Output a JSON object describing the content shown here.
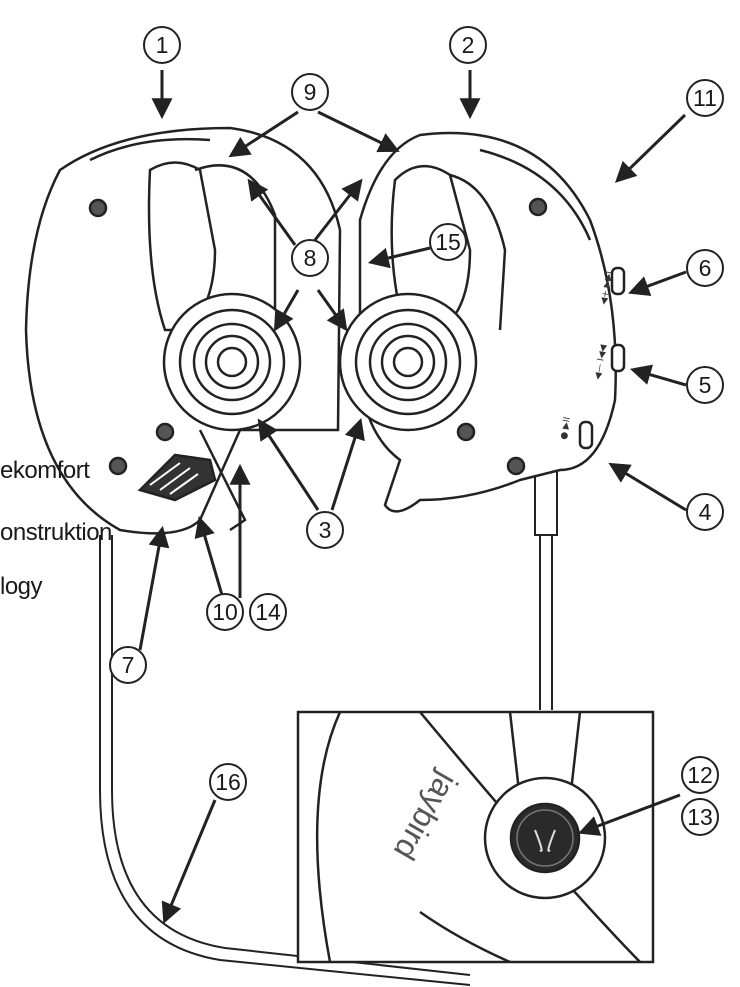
{
  "callouts": [
    {
      "id": "1",
      "label": "1"
    },
    {
      "id": "2",
      "label": "2"
    },
    {
      "id": "3",
      "label": "3"
    },
    {
      "id": "4",
      "label": "4"
    },
    {
      "id": "5",
      "label": "5"
    },
    {
      "id": "6",
      "label": "6"
    },
    {
      "id": "7",
      "label": "7"
    },
    {
      "id": "8",
      "label": "8"
    },
    {
      "id": "9",
      "label": "9"
    },
    {
      "id": "10",
      "label": "10"
    },
    {
      "id": "11",
      "label": "11"
    },
    {
      "id": "12",
      "label": "12"
    },
    {
      "id": "13",
      "label": "13"
    },
    {
      "id": "14",
      "label": "14"
    },
    {
      "id": "15",
      "label": "15"
    },
    {
      "id": "16",
      "label": "16"
    }
  ],
  "side_labels": [
    "ekomfort",
    "onstruktion",
    "logy"
  ],
  "logo": {
    "text": "jaybird"
  },
  "buttons": {
    "power": "● ▶II",
    "prev": "◀— I◀◀",
    "next": "◀+ ▶▶I"
  },
  "colors": {
    "line": "#222222",
    "fill": "#ffffff",
    "accent_dark": "#2a2a2a"
  }
}
